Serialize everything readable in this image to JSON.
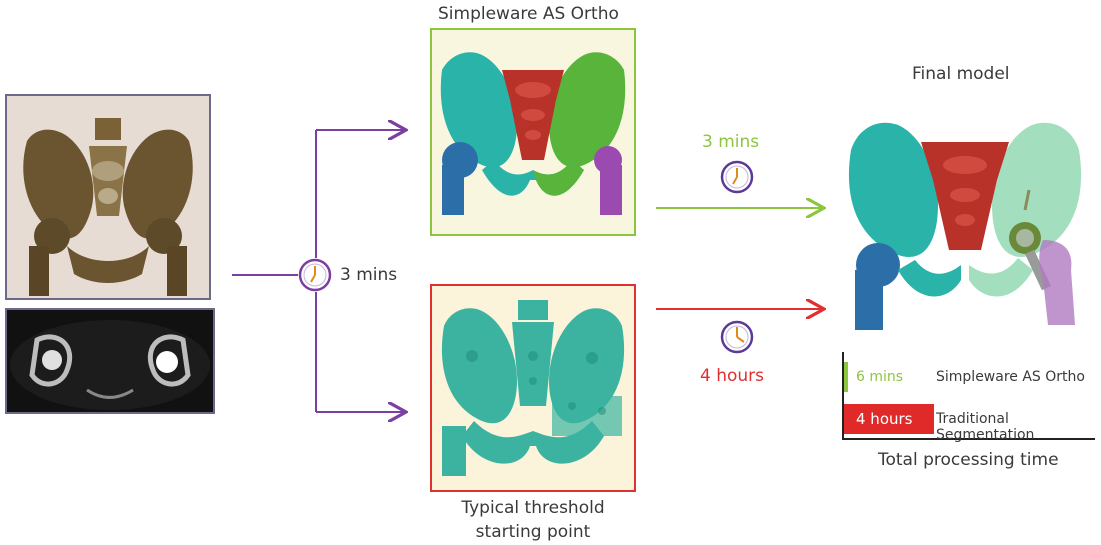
{
  "top_title": "Simpleware AS Ortho",
  "final_title": "Final model",
  "split_time": "3 mins",
  "green_time": "3 mins",
  "red_time": "4 hours",
  "bottom_title_line1": "Typical threshold",
  "bottom_title_line2": "starting point",
  "comparison": {
    "title": "Total processing time",
    "bars": [
      {
        "value_label": "6 mins",
        "name": "Simpleware AS Ortho",
        "minutes": 6,
        "color": "#8cc63f"
      },
      {
        "value_label": "4 hours",
        "name": "Traditional Segmentation",
        "minutes": 240,
        "color": "#e02a2a"
      }
    ]
  },
  "colors": {
    "purple": "#7a3fa0",
    "green": "#8cc63f",
    "red": "#e03030",
    "teal": "#2ab3a8",
    "bone_red": "#b8322a",
    "bone_green": "#58b43a",
    "bone_blue": "#2c6ea8",
    "bone_purple": "#9b4bb0"
  },
  "icons": [
    "clock-icon",
    "arrow-right-icon"
  ]
}
